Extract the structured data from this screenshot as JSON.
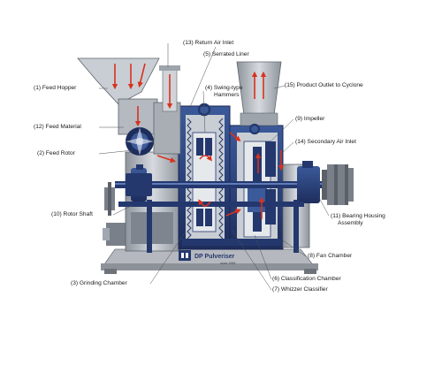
{
  "labels": {
    "feed_hopper": "(1) Feed Hopper",
    "feed_rotor": "(2) Feed Rotor",
    "grinding_chamber": "(3) Grinding Chamber",
    "swing_hammers_line1": "(4) Swing-type",
    "swing_hammers_line2": "Hammers",
    "serrated_liner": "(5) Serrated Liner",
    "classification_chamber": "(6) Classification Chamber",
    "whizzer_classifier": "(7) Whizzer Classifier",
    "fan_chamber": "(8) Fan Chamber",
    "impeller": "(9) Impeller",
    "rotor_shaft": "(10) Rotor Shaft",
    "bearing_housing_line1": "(11) Bearing Housing",
    "bearing_housing_line2": "Assembly",
    "feed_material": "(12) Feed Material",
    "return_air_inlet": "(13) Return Air Inlet",
    "secondary_air_inlet": "(14) Secondary Air Inlet",
    "product_outlet": "(15) Product Outlet to Cyclone"
  },
  "logo": {
    "text": "DP Pulveriser",
    "tagline": "since 1955"
  },
  "colors": {
    "steel_blue": "#24386e",
    "steel_light": "#3b5a9a",
    "metal_grey": "#9ea4ac",
    "metal_light": "#c9ced4",
    "flow_red": "#d8321f",
    "base_grey": "#b5b9bf"
  }
}
